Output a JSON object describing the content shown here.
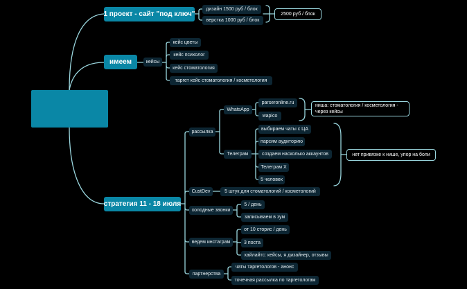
{
  "colors": {
    "background": "#000000",
    "main_node": "#0a87a6",
    "leaf_node": "#0d2633",
    "connector": "#9ad6de",
    "note_border": "#9ad6de"
  },
  "root": {
    "label": ""
  },
  "branches": {
    "project": {
      "label": "1 проект - сайт \"под ключ\"",
      "items": [
        "дизайн 1500 руб / блок",
        "верстка 1000 руб / блок"
      ],
      "note": "2500 руб / блок"
    },
    "have": {
      "label": "имеем",
      "sub": "кейсы",
      "items": [
        "кейс цветы",
        "кейс психолог",
        "кейс стоматология",
        "таргет кейс стоматология / косметология"
      ]
    },
    "strategy": {
      "label": "стратегия 11 - 18 июля",
      "mailing": {
        "label": "рассылка",
        "whatsapp": {
          "label": "WhatsApp",
          "items": [
            "parseronline.ru",
            "wapico"
          ],
          "note": "ниша: стоматология / косметология - через кейсы"
        },
        "telegram": {
          "label": "Телеграм",
          "items": [
            "выбираем чаты с ЦА",
            "парсим аудиторию",
            "создаем насколько аккаунтов",
            "Телеграм Х",
            "5 человек"
          ],
          "note": "нет привязке к нише, упор на боли"
        }
      },
      "custdev": {
        "label": "CustDev",
        "item": "5 штук для стоматологий / косметологий"
      },
      "cold_calls": {
        "label": "холодные звонки",
        "items": [
          "5 / день",
          "записываем в зум"
        ]
      },
      "instagram": {
        "label": "ведем инстаграм",
        "items": [
          "от 10 сторис / день",
          "3 поста",
          "хайлайтс: кейсы, я дизайнер, отзывы"
        ]
      },
      "partnership": {
        "label": "партнерства",
        "items": [
          "чаты таргетологов - анонс",
          "точечная рассылка по таргетологам"
        ]
      }
    }
  }
}
